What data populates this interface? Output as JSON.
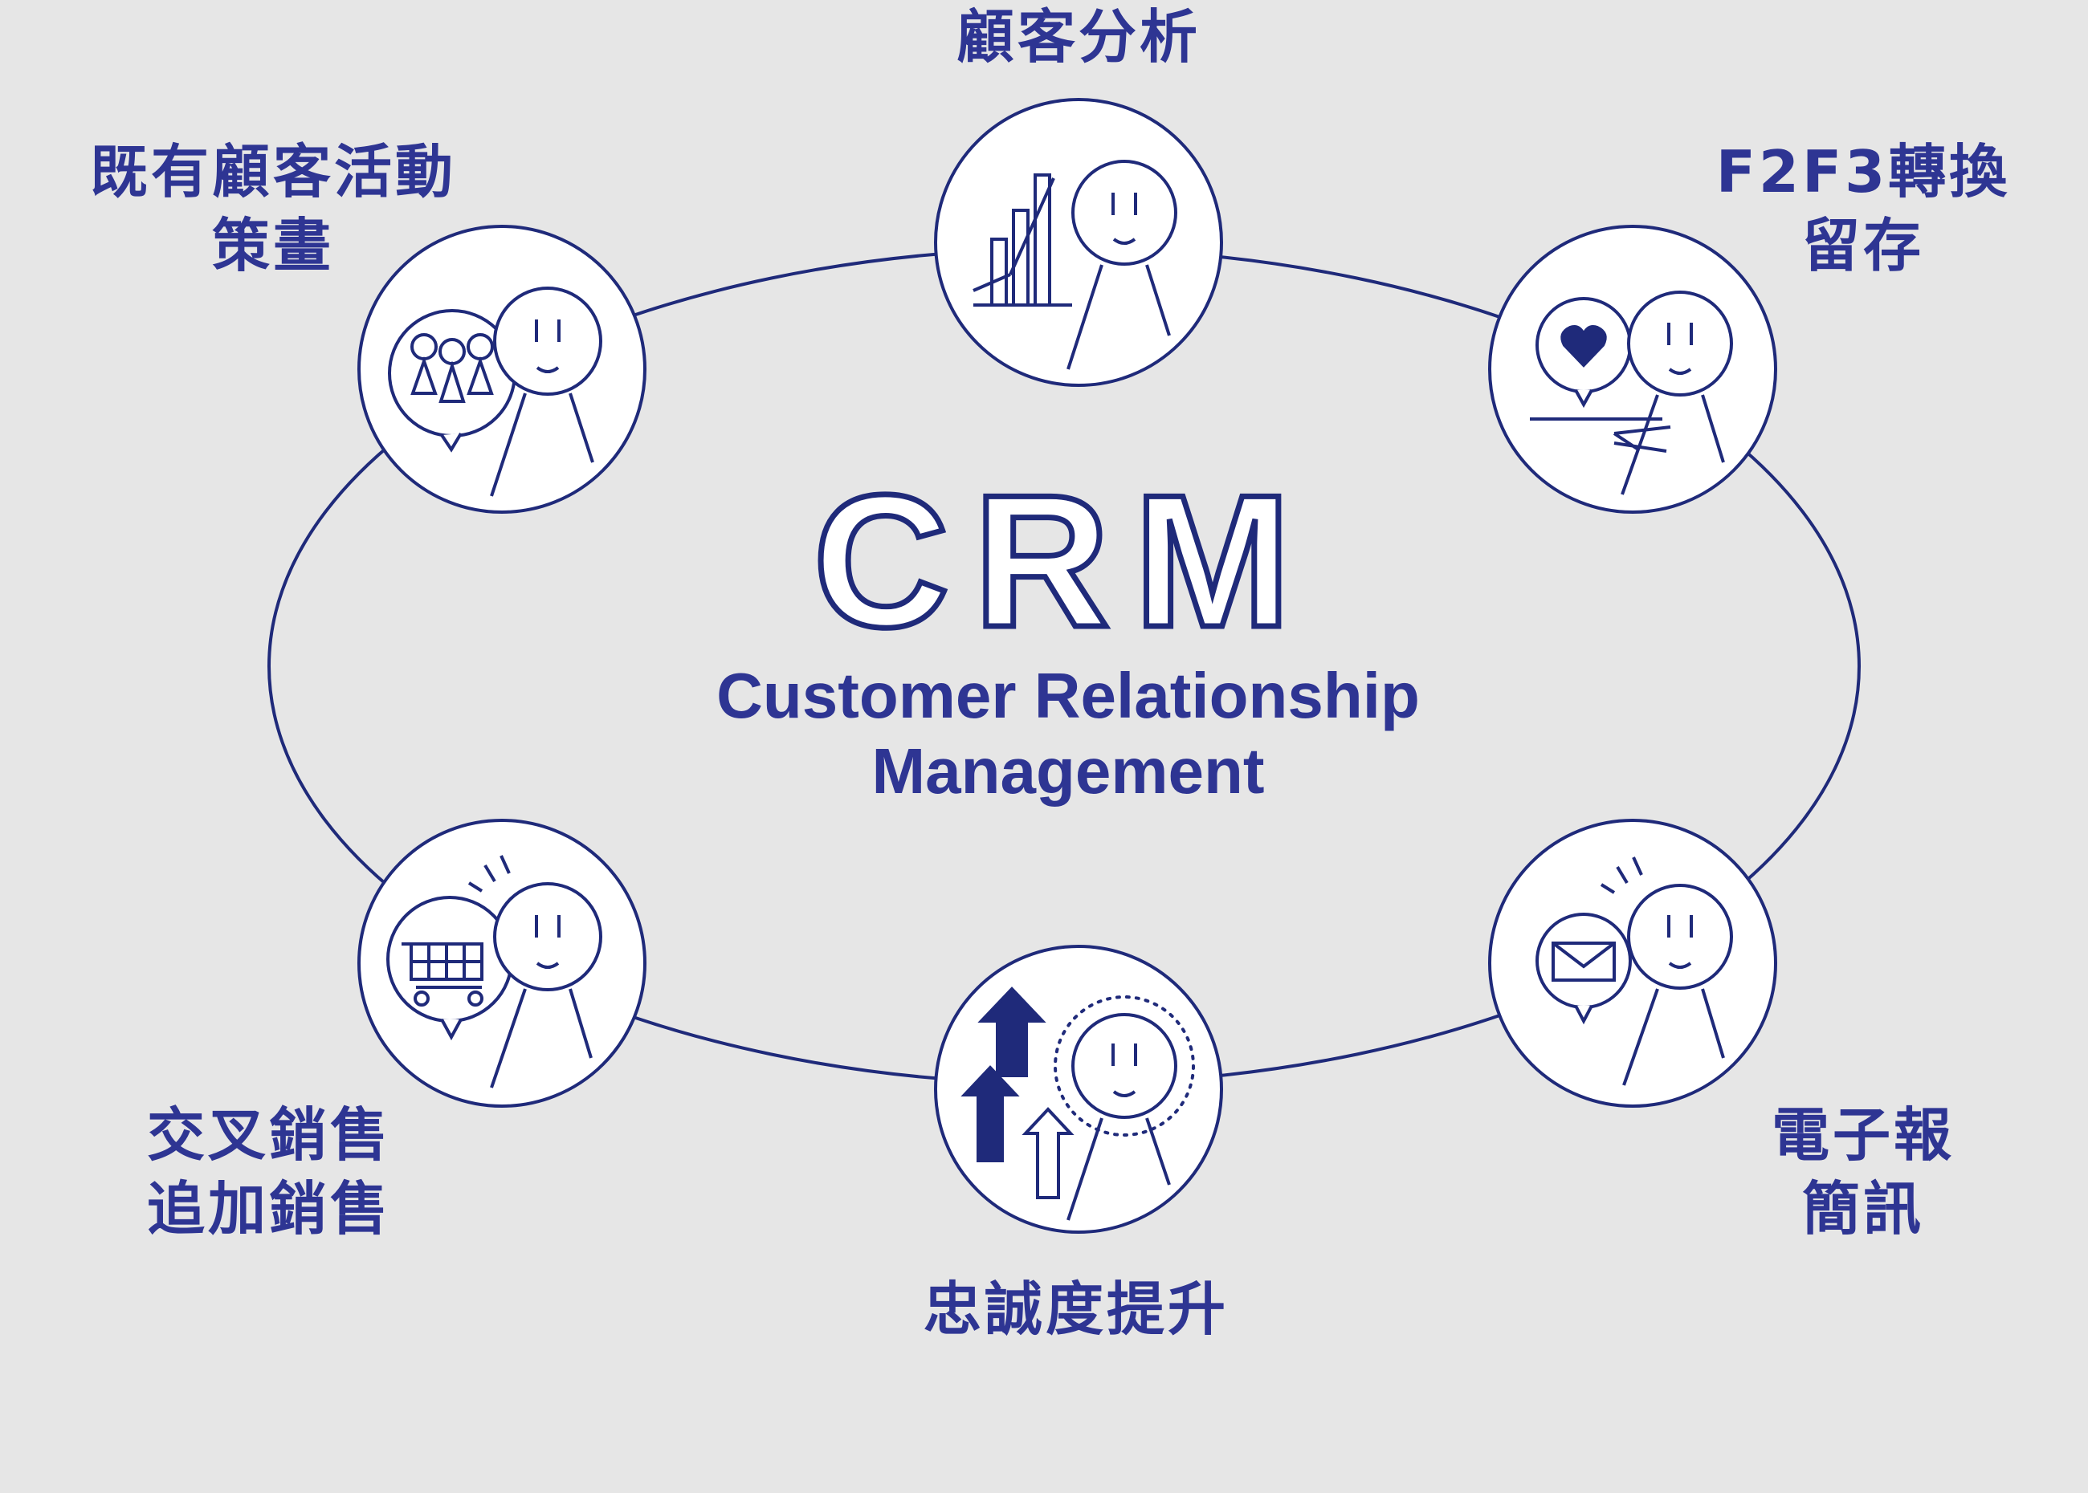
{
  "center": {
    "title": "CRM",
    "subtitle_line1": "Customer Relationship",
    "subtitle_line2": "Management"
  },
  "nodes": {
    "top": {
      "lines": [
        "顧客分析"
      ],
      "icon": "bar-chart-icon"
    },
    "top_left": {
      "lines": [
        "既有顧客活動",
        "策畫"
      ],
      "icon": "group-speech-bubble-icon"
    },
    "top_right": {
      "lines": [
        "F2F3轉換",
        "留存"
      ],
      "icon": "heart-speech-bubble-icon"
    },
    "bottom_left": {
      "lines": [
        "交叉銷售",
        "追加銷售"
      ],
      "icon": "shopping-cart-icon"
    },
    "bottom": {
      "lines": [
        "忠誠度提升"
      ],
      "icon": "up-arrows-icon"
    },
    "bottom_right": {
      "lines": [
        "電子報",
        "簡訊"
      ],
      "icon": "envelope-icon"
    }
  },
  "colors": {
    "background": "#e6e6e6",
    "primary": "#2e3593",
    "line": "#1f2a7a",
    "circle_fill": "#ffffff"
  }
}
